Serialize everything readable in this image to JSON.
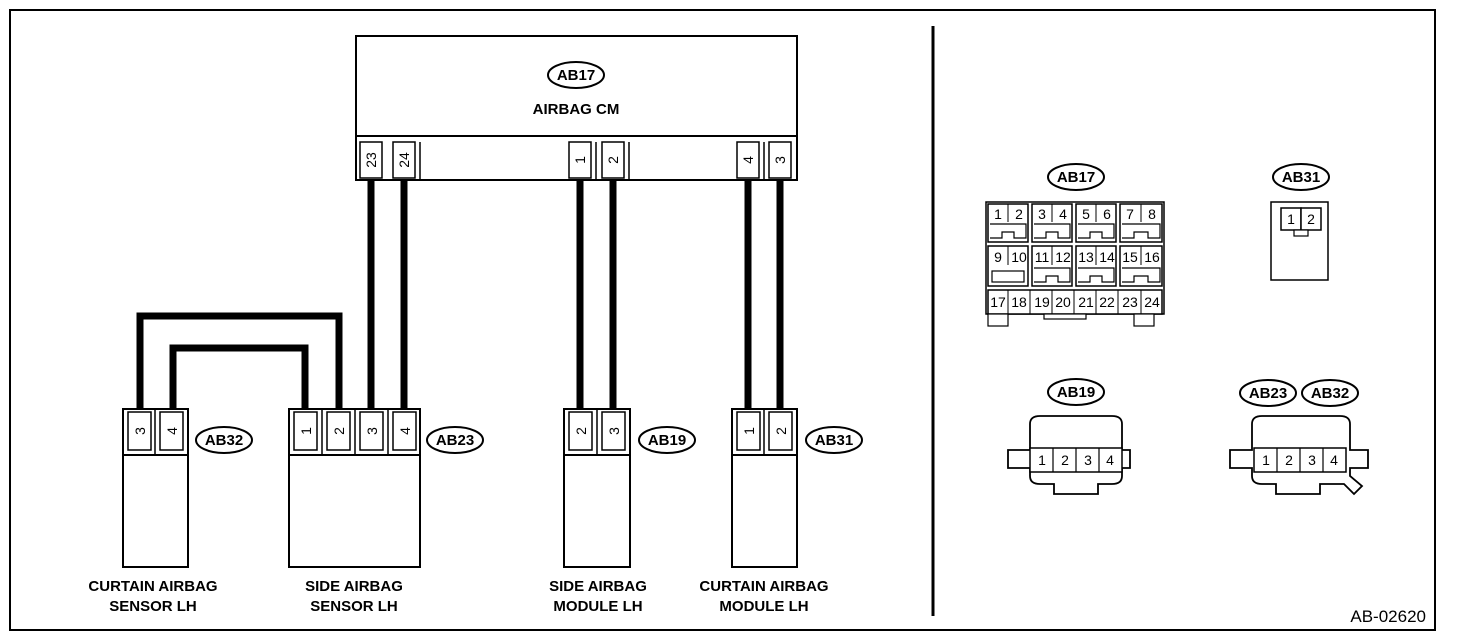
{
  "diagram_ref": "AB-02620",
  "control_module": {
    "tag": "AB17",
    "label": "AIRBAG CM",
    "pins": [
      "23",
      "24",
      "1",
      "2",
      "4",
      "3"
    ]
  },
  "components": [
    {
      "id": "curtain-sensor",
      "tag": "AB32",
      "label_line1": "CURTAIN AIRBAG",
      "label_line2": "SENSOR LH",
      "pins": [
        "3",
        "4"
      ]
    },
    {
      "id": "side-sensor",
      "tag": "AB23",
      "label_line1": "SIDE AIRBAG",
      "label_line2": "SENSOR LH",
      "pins": [
        "1",
        "2",
        "3",
        "4"
      ]
    },
    {
      "id": "side-module",
      "tag": "AB19",
      "label_line1": "SIDE AIRBAG",
      "label_line2": "MODULE LH",
      "pins": [
        "2",
        "3"
      ]
    },
    {
      "id": "curtain-module",
      "tag": "AB31",
      "label_line1": "CURTAIN AIRBAG",
      "label_line2": "MODULE LH",
      "pins": [
        "1",
        "2"
      ]
    }
  ],
  "connector_views": {
    "ab17": {
      "tag": "AB17",
      "row1": [
        "1",
        "2",
        "3",
        "4",
        "5",
        "6",
        "7",
        "8"
      ],
      "row2": [
        "9",
        "10",
        "11",
        "12",
        "13",
        "14",
        "15",
        "16"
      ],
      "row3": [
        "17",
        "18",
        "19",
        "20",
        "21",
        "22",
        "23",
        "24"
      ]
    },
    "ab31": {
      "tag": "AB31",
      "pins": [
        "1",
        "2"
      ]
    },
    "ab19": {
      "tag": "AB19",
      "pins": [
        "1",
        "2",
        "3",
        "4"
      ]
    },
    "ab23_32": {
      "tags": [
        "AB23",
        "AB32"
      ],
      "pins": [
        "1",
        "2",
        "3",
        "4"
      ]
    }
  }
}
